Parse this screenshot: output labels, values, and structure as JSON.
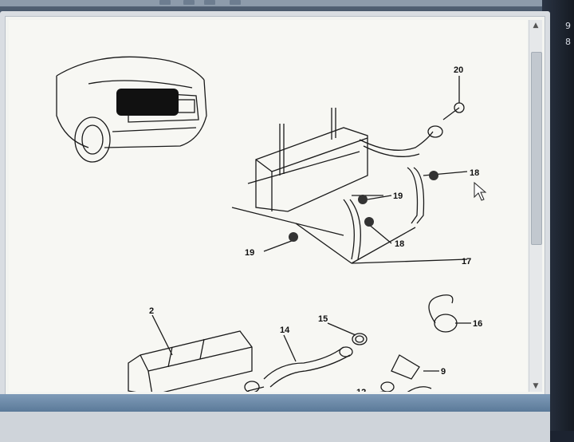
{
  "side_clock": {
    "line1": "9",
    "line2": "8"
  },
  "diagram": {
    "callouts": {
      "c20": "20",
      "c18a": "18",
      "c19a": "19",
      "c18b": "18",
      "c19b": "19",
      "c17": "17",
      "c2": "2",
      "c14": "14",
      "c15": "15",
      "c16": "16",
      "c9": "9",
      "c12": "12"
    }
  },
  "colors": {
    "window_bg": "#f7f7f3",
    "status_bar": "#5b7a99",
    "line": "#1a1a1a"
  },
  "icons": [
    "mouse-cursor-icon",
    "scroll-up-arrow-icon",
    "scroll-down-arrow-icon"
  ]
}
